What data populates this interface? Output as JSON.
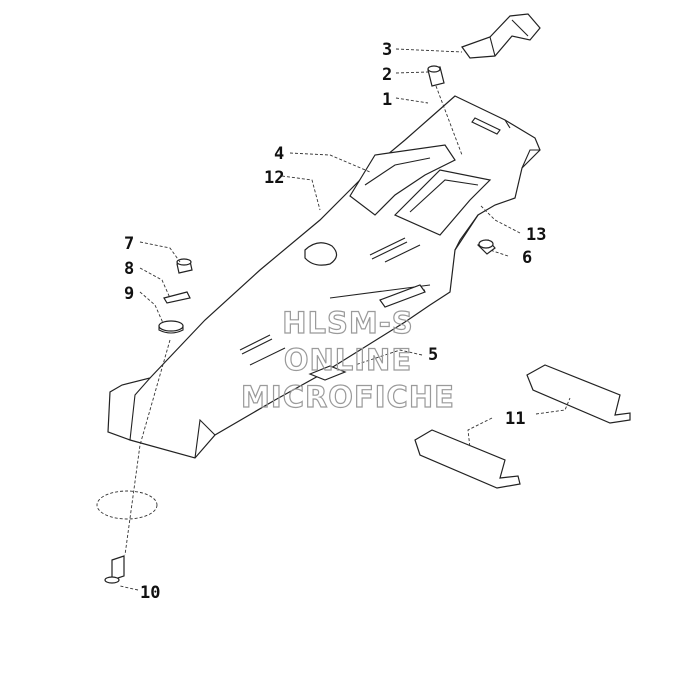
{
  "callouts": {
    "c1": "1",
    "c2": "2",
    "c3": "3",
    "c4": "4",
    "c5": "5",
    "c6": "6",
    "c7": "7",
    "c8": "8",
    "c9": "9",
    "c10": "10",
    "c11": "11",
    "c12": "12",
    "c13": "13"
  },
  "watermark": {
    "line1": "HLSM-S",
    "line2": "ONLINE",
    "line3": "MICROFICHE"
  }
}
